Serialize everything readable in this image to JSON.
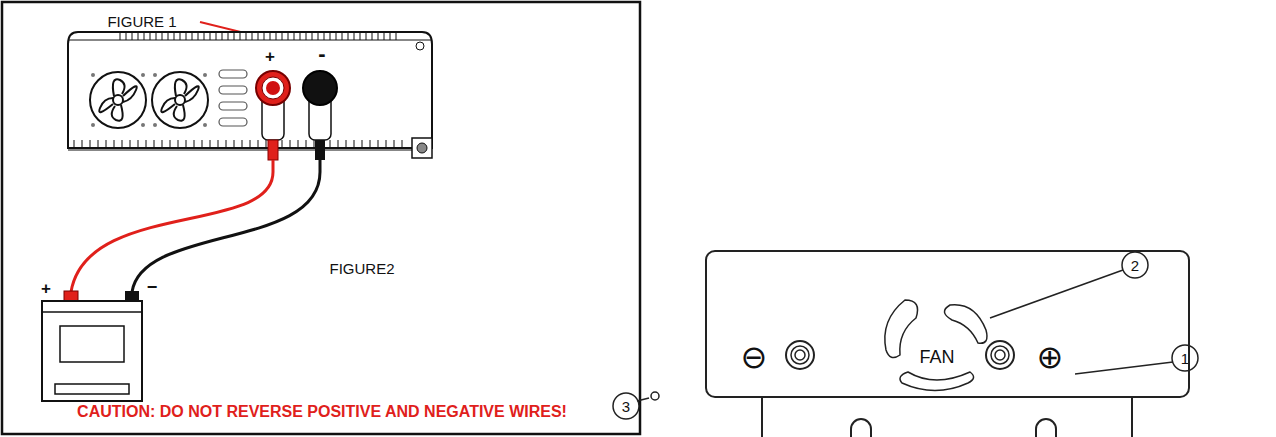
{
  "diagram": {
    "nodes": [
      {
        "text": [
          "⊖",
          "FAN",
          "⊕"
        ]
      }
    ],
    "labels": [
      "FIGURE 1",
      "+",
      "-",
      "FIGURE2",
      "+",
      "−",
      "CAUTION: DO NOT REVERSE POSITIVE AND NEGATIVE WIRES!",
      "2",
      "1",
      "3"
    ]
  }
}
